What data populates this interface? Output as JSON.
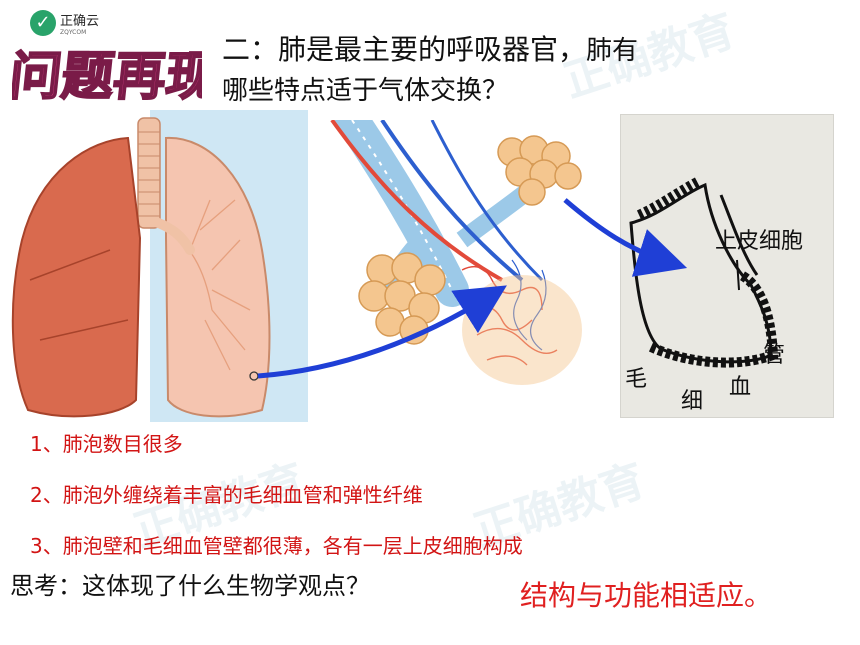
{
  "logo": {
    "name": "正确云",
    "sub": "ZQYCOM"
  },
  "badge": {
    "text": "问题再现"
  },
  "heading": {
    "line1_main": "二：肺是最主要的呼吸器官，",
    "line1_tail": "肺有",
    "line2": "哪些特点适于气体交换？"
  },
  "diagram": {
    "label_epithelium": "上皮细胞",
    "label_c1": "毛",
    "label_c2": "细",
    "label_c3": "血",
    "label_c4": "管"
  },
  "points": [
    "1、肺泡数目很多",
    "2、肺泡外缠绕着丰富的毛细血管和弹性纤维",
    "3、肺泡壁和毛细血管壁都很薄，各有一层上皮细胞构成"
  ],
  "think": {
    "question": "思考：这体现了什么生物学观点？",
    "answer": "结构与功能相适应。"
  },
  "watermark": {
    "text": "正确教育"
  },
  "colors": {
    "accent_red": "#d21414",
    "badge_pink": "#e0448a",
    "arrow_blue": "#1f3fd6"
  }
}
